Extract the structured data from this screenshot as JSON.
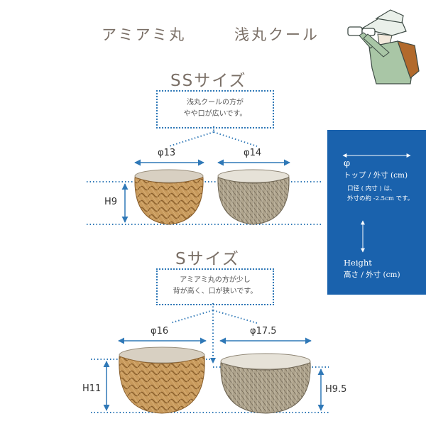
{
  "header": {
    "product_left": "アミアミ丸",
    "product_right": "浅丸クール"
  },
  "ss": {
    "title": "SSサイズ",
    "note_line1": "浅丸クールの方が",
    "note_line2": "やや口が広いです。",
    "left_diameter": "φ13",
    "right_diameter": "φ14",
    "height": "H9"
  },
  "s": {
    "title": "Sサイズ",
    "note_line1": "アミアミ丸の方が少し",
    "note_line2": "背が高く、口が狭いです。",
    "left_diameter": "φ16",
    "right_diameter": "φ17.5",
    "left_height": "H11",
    "right_height": "H9.5"
  },
  "legend": {
    "phi": "φ",
    "top_label": "トップ / 外寸 (cm)",
    "inner_line1": "口径 ( 内寸 ) は、",
    "inner_line2": "外寸の約 -2.5cm です。",
    "height_en": "Height",
    "height_jp": "高さ / 外寸 (cm)"
  },
  "colors": {
    "accent_blue": "#1a62ad",
    "dotted_blue": "#2f78b7",
    "title_brown": "#7a6f66",
    "wicker_tan": "#c49558",
    "grass_gray": "#a79b84"
  }
}
